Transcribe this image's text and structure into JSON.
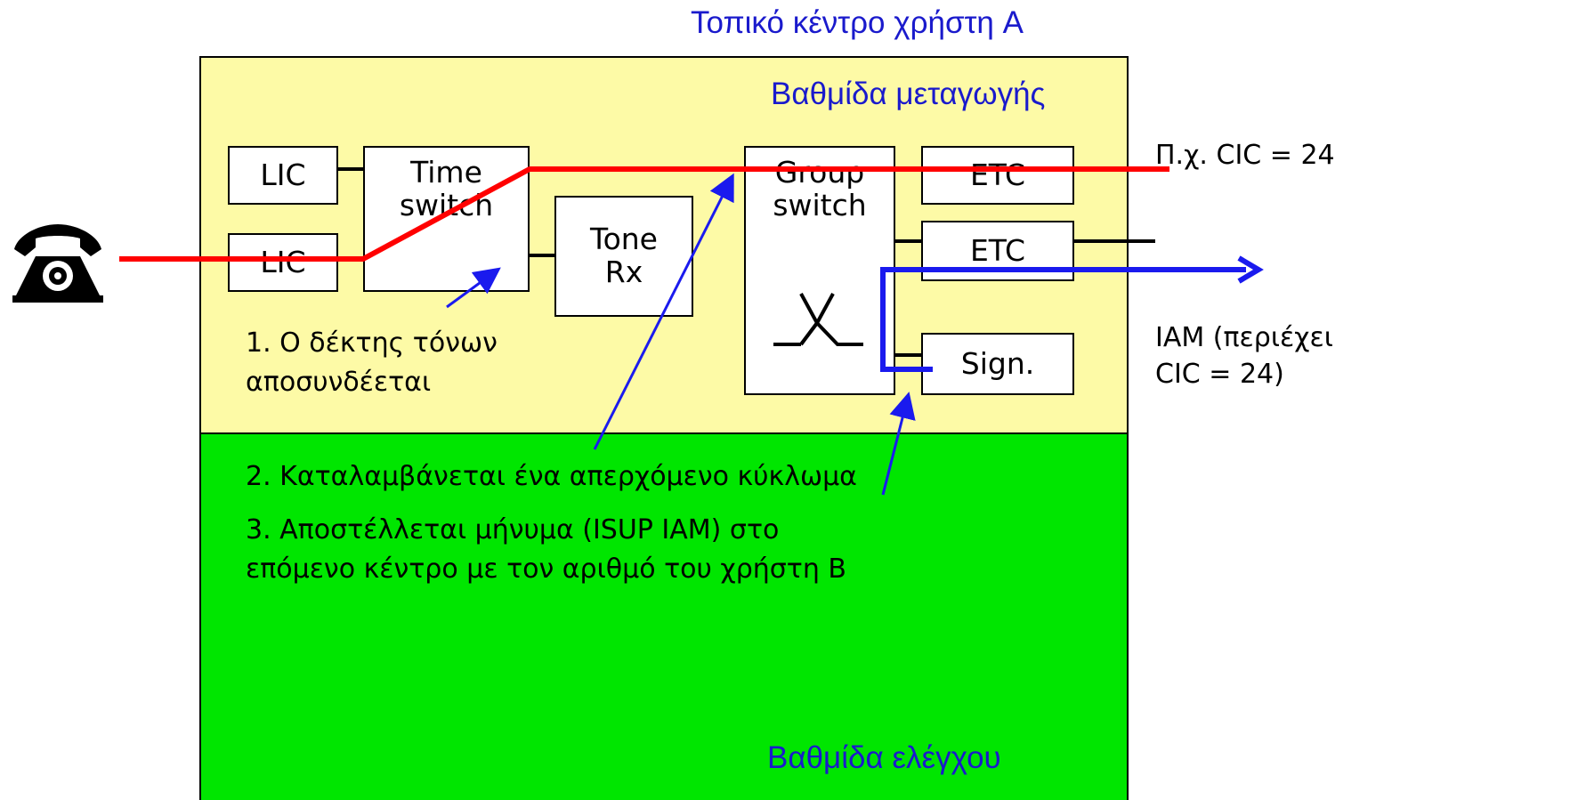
{
  "title": "Τοπικό κέντρο χρήστη A",
  "switching_stage_label": "Βαθμίδα μεταγωγής",
  "control_stage_label": "Βαθμίδα ελέγχου",
  "blocks": {
    "lic_1": "LIC",
    "lic_2": "LIC",
    "time_switch": [
      "Time",
      "switch"
    ],
    "tone_rx": [
      "Tone",
      "Rx"
    ],
    "group_switch": [
      "Group",
      "switch"
    ],
    "etc_1": "ETC",
    "etc_2": "ETC",
    "sign": "Sign."
  },
  "annotation_1": [
    "1. Ο δέκτης τόνων",
    "αποσυνδέεται"
  ],
  "step_2": "2. Καταλαμβάνεται ένα απερχόμενο κύκλωμα",
  "step_3": [
    "3. Αποστέλλεται μήνυμα (ISUP IAM) στο",
    "επόμενο κέντρο με τον αριθμό του χρήστη B"
  ],
  "cic_label": "Π.χ. CIC = 24",
  "iam_label": [
    "IAM (περιέχει",
    "CIC = 24)"
  ],
  "icons": [
    "telephone-icon"
  ],
  "colors": {
    "switching_stage_bg": "#fdfaa6",
    "control_stage_bg": "#00e600",
    "speech_path": "#ff0000",
    "signalling_path": "#1a1aee",
    "label_blue": "#1a1acc"
  }
}
